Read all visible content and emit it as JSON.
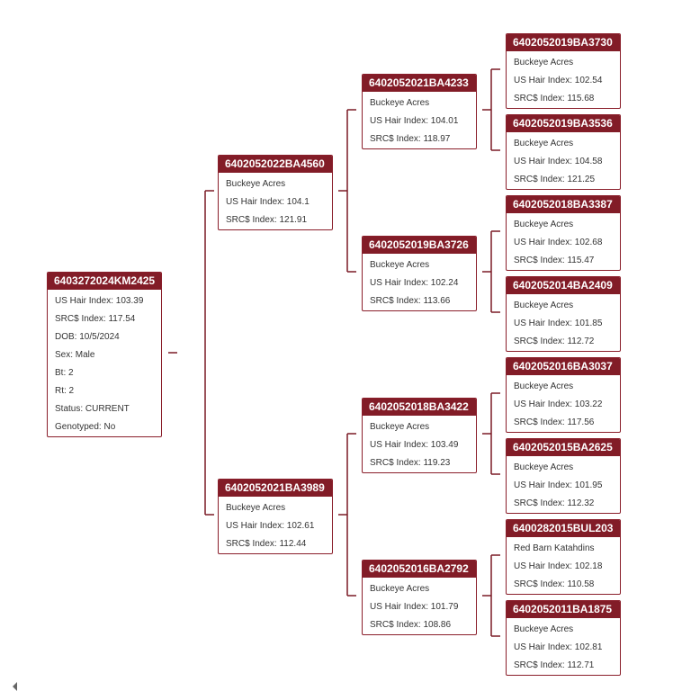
{
  "pedigree": {
    "subject": {
      "id": "6403272024KM2425",
      "lines": [
        "US Hair Index: 103.39",
        "SRC$ Index: 117.54",
        "DOB: 10/5/2024",
        "Sex: Male",
        "Bt: 2",
        "Rt: 2",
        "Status: CURRENT",
        "Genotyped: No"
      ]
    },
    "sire": {
      "id": "6402052022BA4560",
      "lines": [
        "Buckeye Acres",
        "US Hair Index: 104.1",
        "SRC$ Index: 121.91"
      ]
    },
    "dam": {
      "id": "6402052021BA3989",
      "lines": [
        "Buckeye Acres",
        "US Hair Index: 102.61",
        "SRC$ Index: 112.44"
      ]
    },
    "sire_sire": {
      "id": "6402052021BA4233",
      "lines": [
        "Buckeye Acres",
        "US Hair Index: 104.01",
        "SRC$ Index: 118.97"
      ]
    },
    "sire_dam": {
      "id": "6402052019BA3726",
      "lines": [
        "Buckeye Acres",
        "US Hair Index: 102.24",
        "SRC$ Index: 113.66"
      ]
    },
    "dam_sire": {
      "id": "6402052018BA3422",
      "lines": [
        "Buckeye Acres",
        "US Hair Index: 103.49",
        "SRC$ Index: 119.23"
      ]
    },
    "dam_dam": {
      "id": "6402052016BA2792",
      "lines": [
        "Buckeye Acres",
        "US Hair Index: 101.79",
        "SRC$ Index: 108.86"
      ]
    },
    "ggp1": {
      "id": "6402052019BA3730",
      "lines": [
        "Buckeye Acres",
        "US Hair Index: 102.54",
        "SRC$ Index: 115.68"
      ]
    },
    "ggp2": {
      "id": "6402052019BA3536",
      "lines": [
        "Buckeye Acres",
        "US Hair Index: 104.58",
        "SRC$ Index: 121.25"
      ]
    },
    "ggp3": {
      "id": "6402052018BA3387",
      "lines": [
        "Buckeye Acres",
        "US Hair Index: 102.68",
        "SRC$ Index: 115.47"
      ]
    },
    "ggp4": {
      "id": "6402052014BA2409",
      "lines": [
        "Buckeye Acres",
        "US Hair Index: 101.85",
        "SRC$ Index: 112.72"
      ]
    },
    "ggp5": {
      "id": "6402052016BA3037",
      "lines": [
        "Buckeye Acres",
        "US Hair Index: 103.22",
        "SRC$ Index: 117.56"
      ]
    },
    "ggp6": {
      "id": "6402052015BA2625",
      "lines": [
        "Buckeye Acres",
        "US Hair Index: 101.95",
        "SRC$ Index: 112.32"
      ]
    },
    "ggp7": {
      "id": "6400282015BUL203",
      "lines": [
        "Red Barn Katahdins",
        "US Hair Index: 102.18",
        "SRC$ Index: 110.58"
      ]
    },
    "ggp8": {
      "id": "6402052011BA1875",
      "lines": [
        "Buckeye Acres",
        "US Hair Index: 102.81",
        "SRC$ Index: 112.71"
      ]
    }
  },
  "colors": {
    "accent": "#821c27",
    "connector": "#7a1a25",
    "text": "#333333"
  },
  "icons": {
    "scroll_left": "triangle-left-icon"
  }
}
